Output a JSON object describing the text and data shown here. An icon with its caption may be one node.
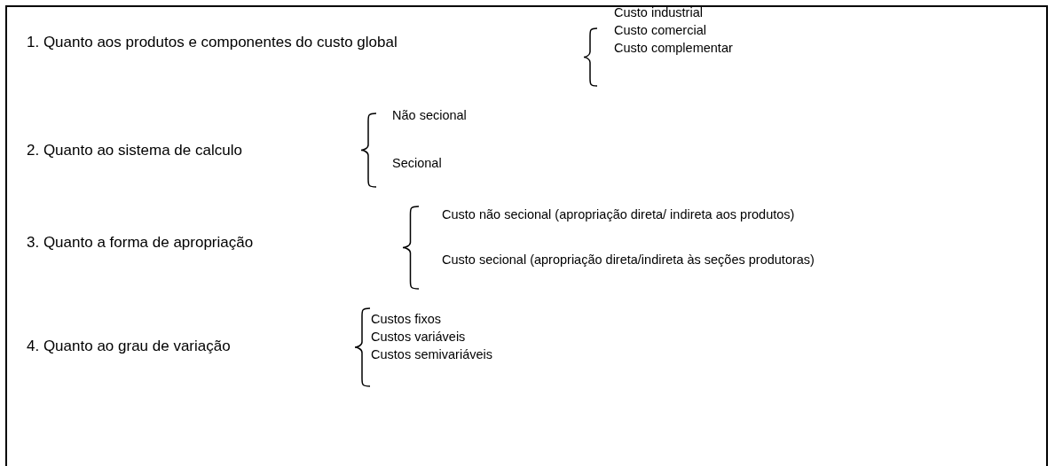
{
  "diagram": {
    "labels": [
      "1. Quanto aos produtos e componentes do custo global",
      "Custo industrial",
      "Custo comercial",
      "Custo complementar",
      "2. Quanto ao sistema de calculo",
      "Não secional",
      "Secional",
      "3. Quanto a forma de apropriação",
      "Custo não secional (apropriação direta/ indireta aos produtos)",
      "Custo secional (apropriação direta/indireta às seções produtoras)",
      "4. Quanto ao grau de variação",
      "Custos fixos",
      "Custos variáveis",
      "Custos semivariáveis"
    ]
  }
}
